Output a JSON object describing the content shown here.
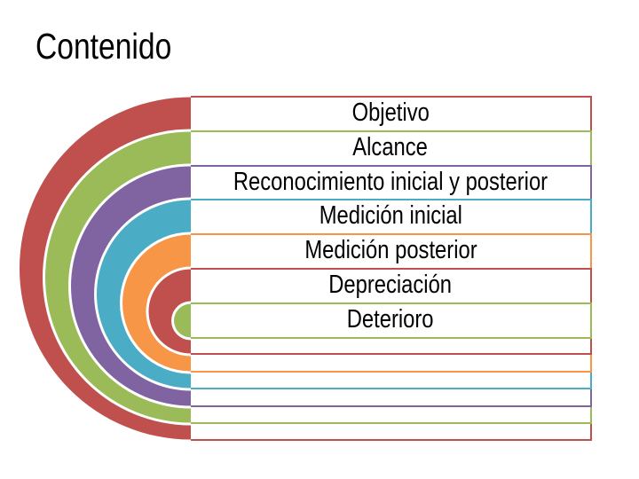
{
  "slide": {
    "title": "Contenido",
    "background": "#FFFFFF"
  },
  "colors": {
    "red": "#C0504D",
    "green": "#9BBB59",
    "purple": "#8064A2",
    "teal": "#4BACC6",
    "orange": "#F79646",
    "text": "#000000"
  },
  "diagram": {
    "type": "half-circle-accent-list",
    "items": [
      {
        "label": "Objetivo",
        "color": "red"
      },
      {
        "label": "Alcance",
        "color": "green"
      },
      {
        "label": "Reconocimiento inicial y posterior",
        "color": "purple"
      },
      {
        "label": "Medición inicial",
        "color": "teal"
      },
      {
        "label": "Medición posterior",
        "color": "orange"
      },
      {
        "label": "Depreciación",
        "color": "red"
      },
      {
        "label": "Deterioro",
        "color": "green"
      }
    ]
  }
}
